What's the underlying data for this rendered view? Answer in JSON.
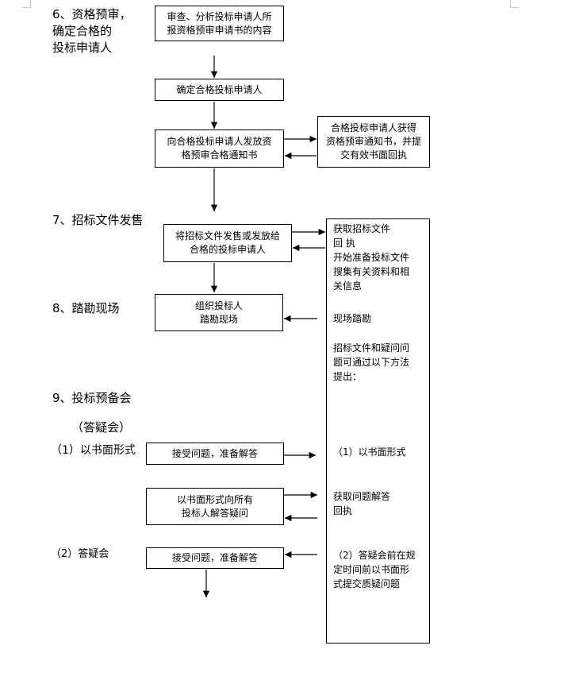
{
  "headings": {
    "h6": "6、资格预审，\n    确定合格的\n    投标申请人",
    "h7": "7、招标文件发售",
    "h8": "8、踏勘现场",
    "h9": "9、投标预备会",
    "h9_sub": "（答疑会）"
  },
  "labels": {
    "written": "（1）以书面形式",
    "meeting": "（2）答疑会"
  },
  "boxes": {
    "review": "审查、分析投标申请人所\n报资格预审申请书的内容",
    "confirm": "确定合格投标申请人",
    "notify": "向合格投标申请人发放资\n格预审合格通知书",
    "receipt": "合格投标申请人获得\n资格预审通知书，并提\n交有效书面回执",
    "sell": "将招标文件发售或发放给\n合格的投标申请人",
    "site": "组织投标人\n踏勘现场",
    "accept1": "接受问题，准备解答",
    "answer": "以书面形式向所有\n投标人解答疑问",
    "accept2": "接受问题，准备解答"
  },
  "right_column": {
    "t1": "获取招标文件\n回  执\n开始准备投标文件\n搜集有关资料和相\n关信息",
    "t2": "现场踏勘",
    "t3": "招标文件和疑问问\n题可通过以下方法\n提出：",
    "t4": "（1）以书面形式",
    "t5": "获取问题解答\n      回执",
    "t6": "（2）答疑会前在规\n定时间前以书面形\n式提交质疑问题"
  }
}
